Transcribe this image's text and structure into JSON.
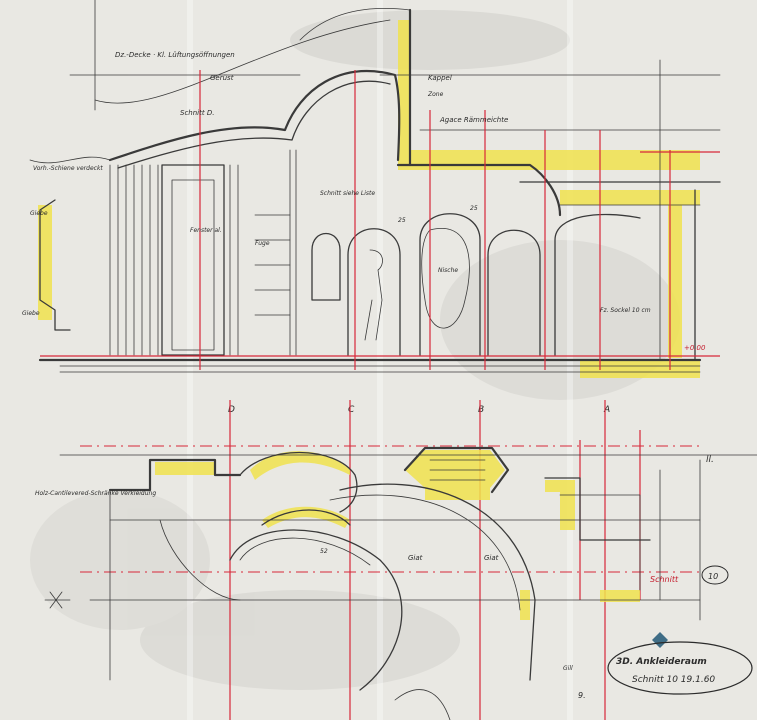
{
  "labels": {
    "ceiling_note": "Dz.-Decke · Kl. Lüftungsöffnungen",
    "gerüst": "Gerüst",
    "kappel": "Kappel",
    "schnitt_d": "Schnitt D.",
    "zone": "Zone",
    "agace": "Agace Rämmeichte",
    "wand_vorhang": "Vorh.-Schiene verdeckt",
    "giebel_left": "Giebe",
    "giebel_left2": "Giebe",
    "schnitt_siehe": "Schnitt siehe Liste",
    "fensteral": "Fenster al.",
    "fuge": "Fuge",
    "nische": "Nische",
    "holzsockel": "Fz. Sockel 10 cm",
    "dim_25a": "25",
    "dim_25b": "25",
    "axis_d": "D",
    "axis_c": "C",
    "axis_b": "B",
    "axis_a": "A",
    "axis_ll": "ll.",
    "plan_note": "Holz-Cantilevered-Schränke Verkleidung",
    "schnitt_ref": "Schnitt",
    "schnitt_num": "10",
    "giat1": "Giat",
    "giat2": "Giat",
    "dim_52": "52",
    "gill": "Gill",
    "footer_9": "9.",
    "red_marker": "+0.00"
  },
  "title_block": {
    "line1": "3D. Ankleideraum",
    "line2": "Schnitt 10  19.1.60"
  },
  "colors": {
    "paper": "#e9e8e3",
    "pencil": "#3a3a3a",
    "axis_red": "#d8283a",
    "highlight_yellow": "#f0e24e"
  }
}
